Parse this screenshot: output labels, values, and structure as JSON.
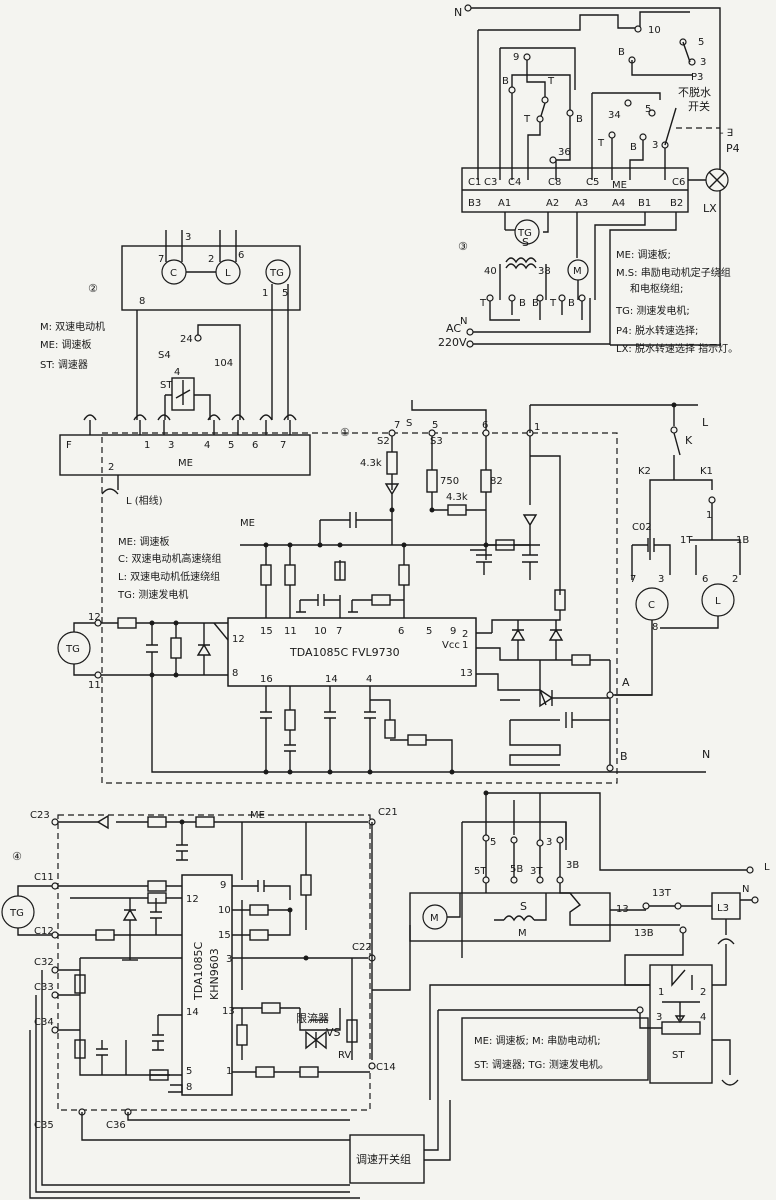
{
  "s1": {
    "num": "1",
    "panel": "ME",
    "legend": [
      "ME: 调速板",
      "C: 双速电动机高速绕组",
      "L: 双速电动机低速绕组",
      "TG: 测速发电机"
    ],
    "ic": "TDA1085C  FVL9730",
    "vcc": "Vcc",
    "pins": [
      "15",
      "11",
      "10",
      "7",
      "6",
      "5",
      "9",
      "12",
      "8",
      "16",
      "14",
      "4",
      "2",
      "1",
      "13"
    ],
    "terms": [
      "S2",
      "S3",
      "7",
      "5",
      "6",
      "1",
      "S",
      "12",
      "11",
      "A",
      "B"
    ],
    "res": [
      "4.3k",
      "750",
      "82",
      "4.3k"
    ],
    "tg": "TG",
    "right": [
      "L",
      "K",
      "K2",
      "K1",
      "1",
      "C02",
      "1T",
      "1B",
      "7",
      "3",
      "6",
      "2",
      "8",
      "C",
      "L",
      "N"
    ]
  },
  "s2": {
    "num": "2",
    "legend": [
      "M: 双速电动机",
      "ME: 调速板",
      "ST: 调速器"
    ],
    "motor": [
      "C",
      "L",
      "TG"
    ],
    "pins": [
      "7",
      "3",
      "2",
      "6",
      "8",
      "1",
      "5"
    ],
    "sw": [
      "24",
      "S4",
      "4",
      "ST",
      "104"
    ],
    "strip": [
      "F",
      "1",
      "3",
      "4",
      "5",
      "6",
      "7"
    ],
    "me": "ME",
    "phase": "L (相线)",
    "ground": "2"
  },
  "s3": {
    "num": "3",
    "n": "N",
    "top": [
      "9",
      "10",
      "B",
      "5",
      "3",
      "P3",
      "B",
      "T",
      "T",
      "B",
      "36",
      "34",
      "T",
      "B",
      "5",
      "3"
    ],
    "noSpin1": "不脱水",
    "noSpin2": "开关",
    "p4": "P4",
    "lx": "LX",
    "row1": [
      "C1",
      "C3",
      "C4",
      "C8",
      "C5",
      "ME",
      "C6"
    ],
    "row2": [
      "B3",
      "A1",
      "A2",
      "A3",
      "A4",
      "B1",
      "B2"
    ],
    "tg": "TG",
    "s": "S",
    "m": "M",
    "mid": [
      "40",
      "38",
      "T",
      "B",
      "B",
      "T",
      "B"
    ],
    "ac1": "AC",
    "ac2": "220V",
    "legend": [
      "ME: 调速板;",
      "M.S: 串励电动机定子绕组",
      "和电枢绕组;",
      "TG: 测速发电机;",
      "P4: 脱水转速选择;",
      "LX: 脱水转速选择 指示灯。"
    ]
  },
  "s4": {
    "num": "4",
    "me": "ME",
    "ic1": "TDA1085C",
    "ic2": "KHN9603",
    "pins": [
      "9",
      "12",
      "10",
      "15",
      "3",
      "14",
      "13",
      "5",
      "8",
      "1"
    ],
    "terms": [
      "C23",
      "C21",
      "C11",
      "C12",
      "C32",
      "C33",
      "C34",
      "C22",
      "C14",
      "C35",
      "C36"
    ],
    "limiter": "限流器",
    "vs": "VS",
    "rv": "RV",
    "tg": "TG",
    "m": "M",
    "s": "S",
    "m2": "M",
    "sw": [
      "5",
      "3",
      "5T",
      "5B",
      "3T",
      "3B"
    ],
    "right": [
      "13",
      "13T",
      "13B",
      "L3",
      "N",
      "L",
      "1",
      "2",
      "3",
      "4",
      "ST"
    ],
    "legend": [
      "ME: 调速板; M: 串励电动机;",
      "ST: 调速器; TG: 测速发电机。"
    ],
    "switchGroup": "调速开关组"
  }
}
